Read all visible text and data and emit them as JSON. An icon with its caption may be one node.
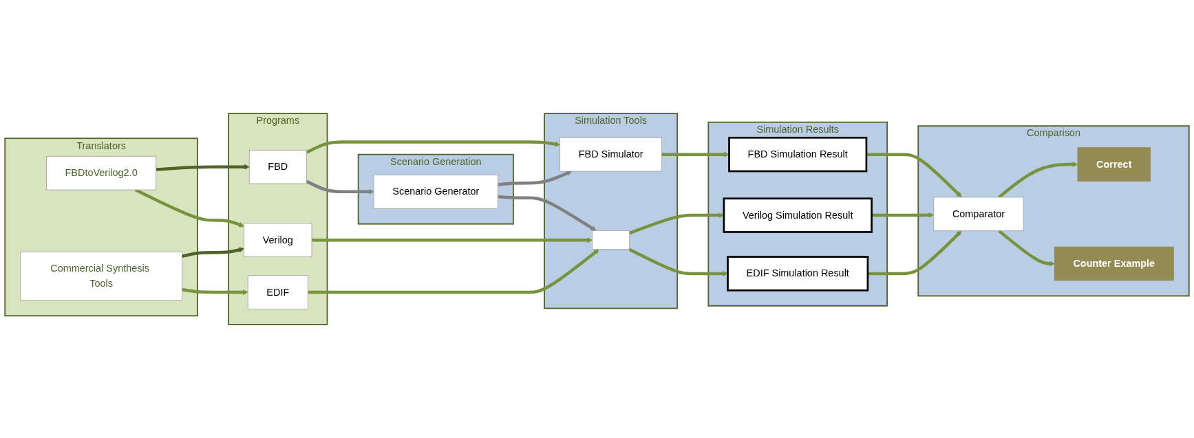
{
  "diagram": {
    "nodes": [
      {
        "text": [
          "Translators"
        ]
      },
      {
        "text": [
          "FBDtoVerilog2.0"
        ],
        "in": 0
      },
      {
        "text": [
          "Commercial Synthesis Tools"
        ],
        "in": 0
      },
      {
        "text": [
          "Programs"
        ]
      },
      {
        "text": [
          "FBD"
        ],
        "in": 3
      },
      {
        "text": [
          "Verilog"
        ],
        "in": 3
      },
      {
        "text": [
          "EDIF"
        ],
        "in": 3
      },
      {
        "text": [
          "Scenario Generation"
        ]
      },
      {
        "text": [
          "Scenario Generator"
        ],
        "in": 7
      },
      {
        "text": [
          "Simulation Tools"
        ]
      },
      {
        "text": [
          "FBD Simulator"
        ],
        "in": 9
      },
      {
        "text": [],
        "shape": "box",
        "in": 9
      },
      {
        "text": [
          "Simulation Results"
        ]
      },
      {
        "text": [
          "FBD Simulation Result"
        ],
        "in": 12
      },
      {
        "text": [
          "Verilog Simulation Result"
        ],
        "in": 12
      },
      {
        "text": [
          "EDIF Simulation Result"
        ],
        "in": 12
      },
      {
        "text": [
          "Comparison"
        ]
      },
      {
        "text": [
          "Comparator"
        ],
        "in": 16
      },
      {
        "text": [
          "Correct"
        ],
        "in": 16
      },
      {
        "text": [
          "Counter Example"
        ],
        "in": 16
      }
    ],
    "edges": [
      {
        "from": 1,
        "to": 4,
        "arrow": "to",
        "color": "#4f6228"
      },
      {
        "from": 1,
        "to": 5,
        "arrow": "to"
      },
      {
        "from": 2,
        "to": 5,
        "arrow": "to",
        "color": "#4f6228"
      },
      {
        "from": 2,
        "to": 6,
        "arrow": "to"
      },
      {
        "from": 4,
        "to": 10,
        "arrow": "to"
      },
      {
        "from": 4,
        "to": 8,
        "arrow": "to",
        "color": "#808080"
      },
      {
        "from": 8,
        "to": 10,
        "arrow": "to",
        "color": "#808080"
      },
      {
        "from": 8,
        "to": 11,
        "arrow": "to",
        "color": "#808080"
      },
      {
        "from": 5,
        "to": 11,
        "arrow": "to"
      },
      {
        "from": 6,
        "to": 11,
        "arrow": "to"
      },
      {
        "from": 10,
        "to": 13,
        "arrow": "to"
      },
      {
        "from": 11,
        "to": 14,
        "arrow": "to"
      },
      {
        "from": 11,
        "to": 15,
        "arrow": "to"
      },
      {
        "from": 13,
        "to": 17,
        "arrow": "to"
      },
      {
        "from": 14,
        "to": 17,
        "arrow": "to"
      },
      {
        "from": 15,
        "to": 17,
        "arrow": "to"
      },
      {
        "from": 17,
        "to": 18,
        "arrow": "to"
      },
      {
        "from": 17,
        "to": 19,
        "arrow": "to"
      }
    ]
  }
}
